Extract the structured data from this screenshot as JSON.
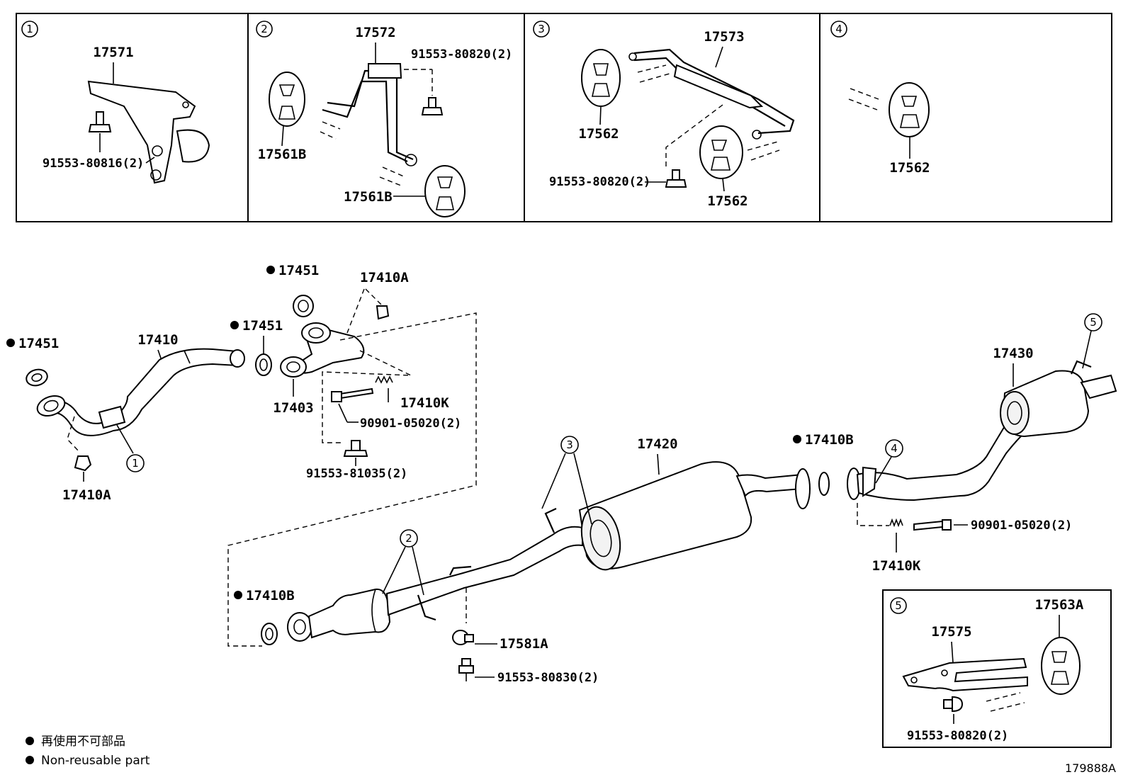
{
  "diagram_code": "179888A",
  "legend": {
    "jp": "再使用不可部品",
    "en": "Non-reusable part"
  },
  "insets": [
    {
      "no": "1",
      "labels": [
        "17571",
        "91553-80816(2)"
      ]
    },
    {
      "no": "2",
      "labels": [
        "17572",
        "91553-80820(2)",
        "17561B",
        "17561B"
      ]
    },
    {
      "no": "3",
      "labels": [
        "17573",
        "17562",
        "91553-80820(2)",
        "17562"
      ]
    },
    {
      "no": "4",
      "labels": [
        "17562"
      ]
    },
    {
      "no": "5",
      "labels": [
        "17575",
        "17563A",
        "91553-80820(2)"
      ]
    }
  ],
  "main": {
    "labels": {
      "p17451_a": "17451",
      "p17451_b": "17451",
      "p17451_c": "17451",
      "p17410": "17410",
      "p17410A_a": "17410A",
      "p17410A_b": "17410A",
      "p17403": "17403",
      "p17410K_a": "17410K",
      "p90901_a": "90901-05020(2)",
      "p91553_81035": "91553-81035(2)",
      "p17410B_a": "17410B",
      "p17581A": "17581A",
      "p91553_80830": "91553-80830(2)",
      "p17420": "17420",
      "p17410B_b": "17410B",
      "p90901_b": "90901-05020(2)",
      "p17410K_b": "17410K",
      "p17430": "17430"
    },
    "callouts": [
      "1",
      "2",
      "3",
      "4",
      "5"
    ]
  }
}
